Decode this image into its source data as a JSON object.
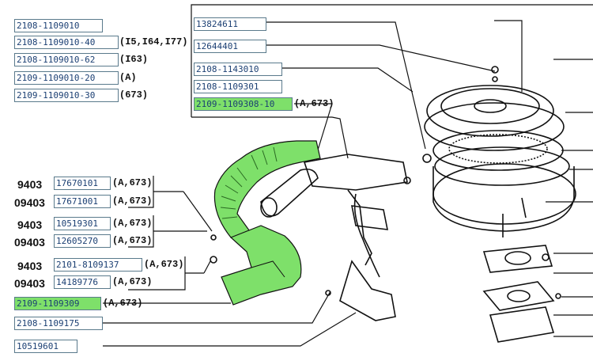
{
  "parts": [
    {
      "id": "p1",
      "number": "2108-1109010",
      "note": "",
      "highlighted": false
    },
    {
      "id": "p2",
      "number": "2108-1109010-40",
      "note": "(I5,I64,I77)",
      "highlighted": false
    },
    {
      "id": "p3",
      "number": "2108-1109010-62",
      "note": "(I63)",
      "highlighted": false
    },
    {
      "id": "p4",
      "number": "2109-1109010-20",
      "note": "(A)",
      "highlighted": false
    },
    {
      "id": "p5",
      "number": "2109-1109010-30",
      "note": "(673)",
      "highlighted": false
    },
    {
      "id": "p6",
      "number": "13824611",
      "note": "",
      "highlighted": false
    },
    {
      "id": "p7",
      "number": "12644401",
      "note": "",
      "highlighted": false
    },
    {
      "id": "p8",
      "number": "2108-1143010",
      "note": "",
      "highlighted": false
    },
    {
      "id": "p9",
      "number": "2108-1109301",
      "note": "",
      "highlighted": false
    },
    {
      "id": "p10",
      "number": "2109-1109308-10",
      "note": "(A,673)",
      "highlighted": true
    },
    {
      "id": "p11",
      "number": "17670101",
      "note": "(A,673)",
      "highlighted": false,
      "code": "9403"
    },
    {
      "id": "p12",
      "number": "17671001",
      "note": "(A,673)",
      "highlighted": false,
      "code": "09403"
    },
    {
      "id": "p13",
      "number": "10519301",
      "note": "(A,673)",
      "highlighted": false,
      "code": "9403"
    },
    {
      "id": "p14",
      "number": "12605270",
      "note": "(A,673)",
      "highlighted": false,
      "code": "09403"
    },
    {
      "id": "p15",
      "number": "2101-8109137",
      "note": "(A,673)",
      "highlighted": false,
      "code": "9403"
    },
    {
      "id": "p16",
      "number": "14189776",
      "note": "(A,673)",
      "highlighted": false,
      "code": "09403"
    },
    {
      "id": "p17",
      "number": "2109-1109309",
      "note": "(A,673)",
      "highlighted": true
    },
    {
      "id": "p18",
      "number": "2108-1109175",
      "note": "",
      "highlighted": false
    },
    {
      "id": "p19",
      "number": "10519601",
      "note": "",
      "highlighted": false
    }
  ],
  "colors": {
    "highlight": "#7ee06a",
    "box_border": "#5a7a8c",
    "part_text": "#1b3f73",
    "line": "#111111"
  }
}
